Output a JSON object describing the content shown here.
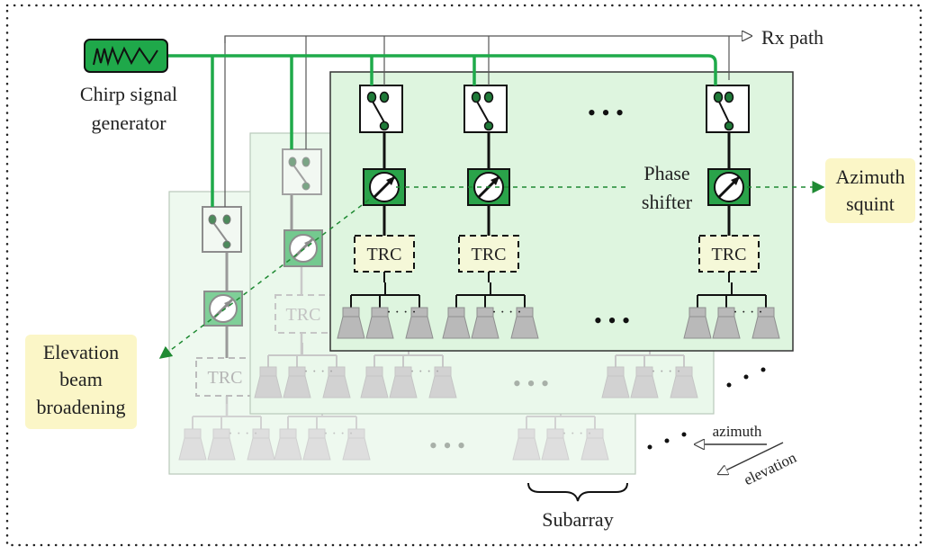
{
  "labels": {
    "rx_path": "Rx path",
    "chirp_line1": "Chirp signal",
    "chirp_line2": "generator",
    "phase_line1": "Phase",
    "phase_line2": "shifter",
    "azimuth_line1": "Azimuth",
    "azimuth_line2": "squint",
    "elevation_line1": "Elevation",
    "elevation_line2": "beam",
    "elevation_line3": "broadening",
    "trc": "TRC",
    "ellipsis": "• • •",
    "small_dots": "· · · ·",
    "subarray": "Subarray",
    "azimuth_axis": "azimuth",
    "elevation_axis": "elevation"
  },
  "colors": {
    "signal_green": "#1faa4a",
    "shifter_green": "#2aa34a",
    "panel_front": "#def5df",
    "panel_mid": "#eaf8eb",
    "panel_back": "#eef9ef",
    "callout_yellow": "#fbf6c7",
    "horn_gray": "#b9b9b9"
  },
  "icons": [
    "sine-wave-icon",
    "switch-icon",
    "phase-shifter-icon",
    "horn-antenna-icon",
    "arrow-icon"
  ]
}
